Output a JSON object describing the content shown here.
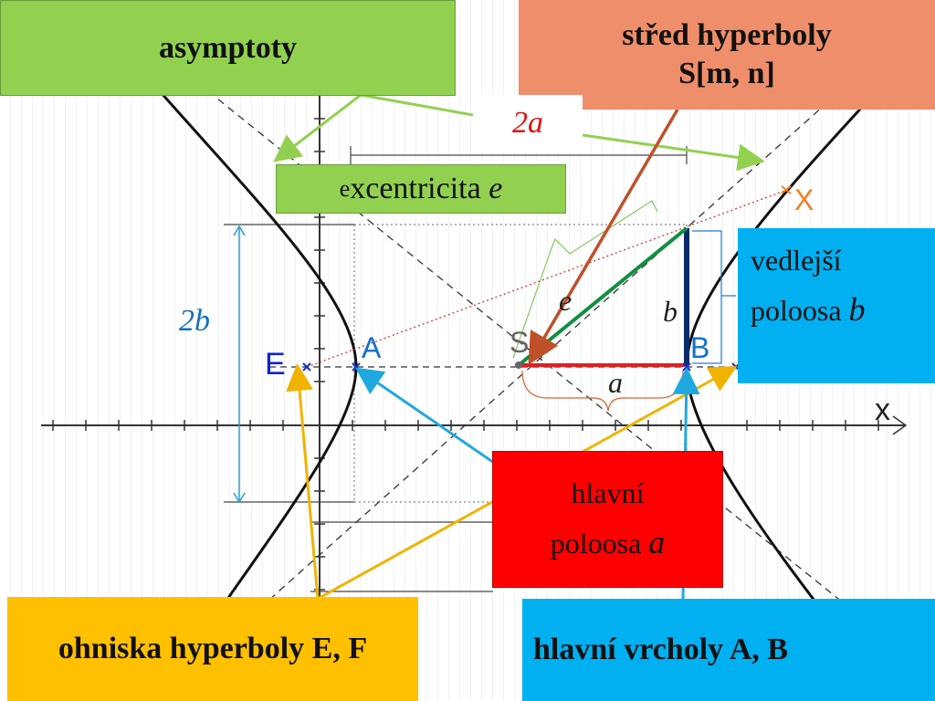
{
  "boxes": {
    "asymptoty": "asymptoty",
    "stred_line1": "střed hyperboly",
    "stred_line2": "S[m, n]",
    "two_a": "2a",
    "excentricita_prefix": "e",
    "excentricita_word": "xcentricita",
    "excentricita_symbol": "e",
    "vedlejsi_line1": "vedlejší",
    "vedlejsi_line2": "poloosa",
    "vedlejsi_symbol": "b",
    "hlavni_line1": "hlavní",
    "hlavni_line2": "poloosa",
    "hlavni_symbol": "a",
    "ohniska": "ohniska hyperboly E, F",
    "vrcholy": "hlavní vrcholy A, B"
  },
  "labels": {
    "two_b": "2b",
    "E": "E",
    "A": "A",
    "S": "S",
    "B": "B",
    "X": "X",
    "x_axis": "x",
    "e": "e",
    "a": "a",
    "b": "b"
  },
  "colors": {
    "green_box": "#92d050",
    "salmon_box": "#ef8e6a",
    "blue_box": "#00b0f0",
    "red_box": "#ff0000",
    "yellow_box": "#ffc000",
    "arrow_green": "#92d050",
    "arrow_orange": "#c0502a",
    "arrow_yellow": "#f0b400",
    "arrow_blue": "#20a8e0",
    "hyperbola": "#111111",
    "eccentricity_segment": "#109040",
    "minor_axis_segment": "#0a2a6a",
    "major_axis_segment": "#e02020",
    "focus_label": "#1020d0",
    "vertex_label": "#1070d0",
    "point_x_label": "#f08020",
    "two_b_label": "#1070c0"
  }
}
